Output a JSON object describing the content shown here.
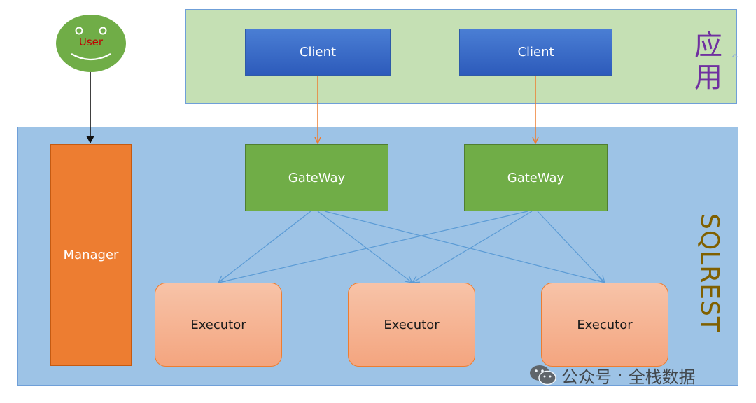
{
  "app_panel": {
    "side_label": "应用"
  },
  "sqlrest_panel": {
    "side_label": "SQLREST"
  },
  "user": {
    "label": "User"
  },
  "manager": {
    "label": "Manager"
  },
  "clients": [
    {
      "label": "Client"
    },
    {
      "label": "Client"
    }
  ],
  "gateways": [
    {
      "label": "GateWay"
    },
    {
      "label": "GateWay"
    }
  ],
  "executors": [
    {
      "label": "Executor"
    },
    {
      "label": "Executor"
    },
    {
      "label": "Executor"
    }
  ],
  "watermark": {
    "prefix": "公众号",
    "separator": "·",
    "name": "全栈数据"
  },
  "colors": {
    "app_panel": "#c5e0b4",
    "sqlrest_panel": "#9dc3e6",
    "client": "#2e5aa8",
    "gateway": "#70ad47",
    "manager": "#ed7d31",
    "executor": "#f4b183",
    "client_to_gateway_arrow": "#ed7d31",
    "gateway_to_executor_arrow": "#5b9bd5",
    "user_to_manager_arrow": "#000000"
  }
}
